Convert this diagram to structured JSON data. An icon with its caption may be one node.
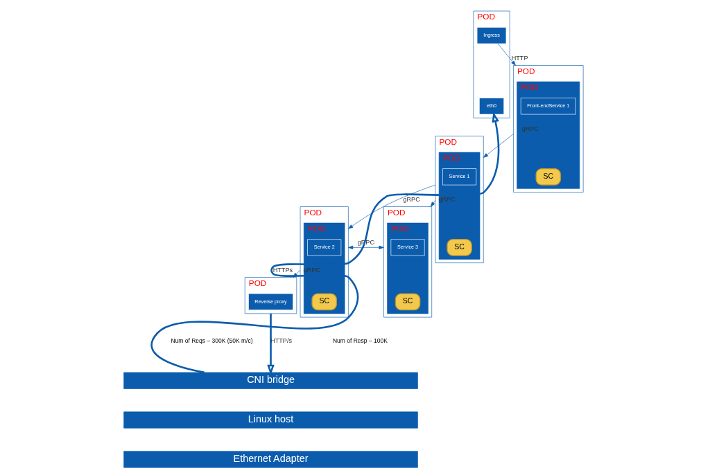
{
  "diagram": {
    "nodes": [
      {
        "text": [
          "POD"
        ]
      },
      {
        "text": [
          "Ingress"
        ],
        "in": 0
      },
      {
        "text": [
          "eth0"
        ],
        "in": 0
      },
      {
        "text": [
          "POD"
        ]
      },
      {
        "text": [
          "POD"
        ],
        "in": 3
      },
      {
        "text": [
          "Front-endService 1"
        ],
        "in": 4
      },
      {
        "text": [
          "SC"
        ],
        "in": 4
      },
      {
        "text": [
          "POD"
        ]
      },
      {
        "text": [
          "POD"
        ],
        "in": 7
      },
      {
        "text": [
          "Service 1"
        ],
        "in": 8
      },
      {
        "text": [
          "SC"
        ],
        "in": 8
      },
      {
        "text": [
          "POD"
        ]
      },
      {
        "text": [
          "Reverse proxy"
        ],
        "in": 11
      },
      {
        "text": [
          "POD"
        ]
      },
      {
        "text": [
          "POD"
        ],
        "in": 13
      },
      {
        "text": [
          "Service 2"
        ],
        "in": 14
      },
      {
        "text": [
          "SC"
        ],
        "in": 14
      },
      {
        "text": [
          "POD"
        ]
      },
      {
        "text": [
          "POD"
        ],
        "in": 17
      },
      {
        "text": [
          "Service 3"
        ],
        "in": 18
      },
      {
        "text": [
          "SC"
        ],
        "in": 18
      },
      {
        "text": [
          "CNI bridge"
        ]
      },
      {
        "text": [
          "Linux host"
        ]
      },
      {
        "text": [
          "Ethernet Adapter"
        ]
      }
    ],
    "edges": [
      {
        "from": 1,
        "to": 3,
        "arrow": "to",
        "label": "HTTP"
      },
      {
        "from": 3,
        "to": 7,
        "arrow": "to",
        "label": "gRPC"
      },
      {
        "from": 7,
        "to": 13,
        "arrow": "to",
        "label": "gRPC"
      },
      {
        "from": 7,
        "to": 17,
        "arrow": "to",
        "label": "gRPC"
      },
      {
        "from": 13,
        "to": 11,
        "arrow": "to",
        "label": "gRPC"
      },
      {
        "from": 13,
        "to": 17,
        "arrow": "both",
        "label": "gRPC"
      },
      {
        "from": 21,
        "to": 2,
        "arrow": "to",
        "label": "HTTPs",
        "style": "thick"
      },
      {
        "from": 11,
        "to": 21,
        "arrow": "to",
        "label": "HTTP/s",
        "style": "thick"
      }
    ],
    "labels": [
      "Num of Reqs – 300K (50K m/c)",
      "Num of Resp – 100K"
    ]
  }
}
